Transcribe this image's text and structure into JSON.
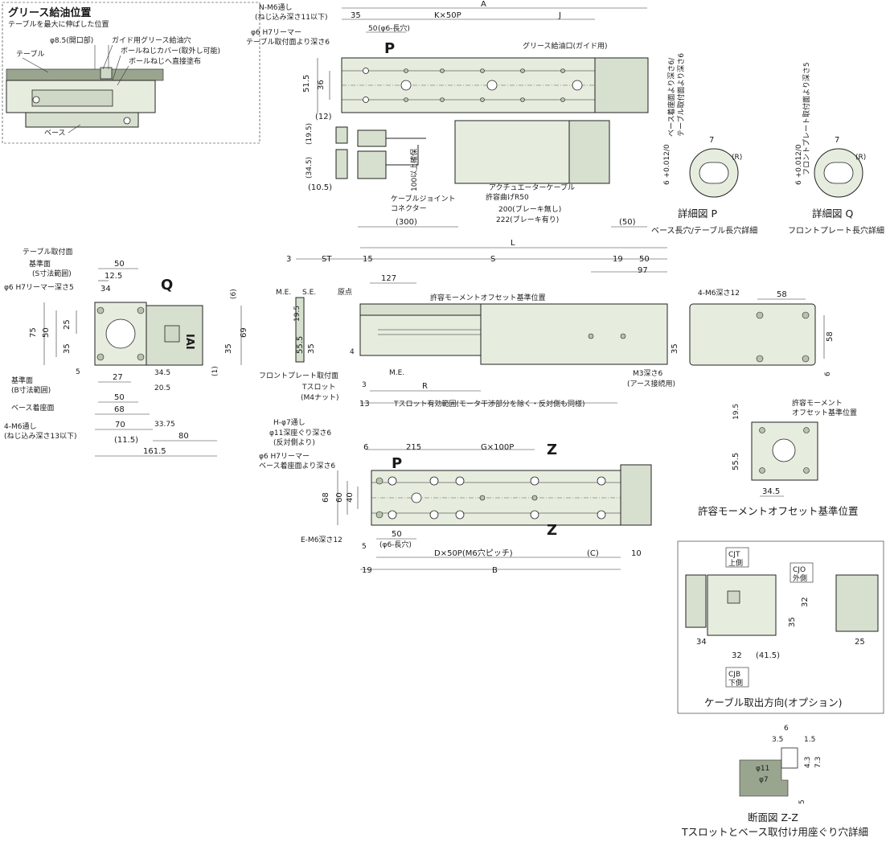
{
  "grease_panel": {
    "title": "グリース給油位置",
    "subtitle": "テーブルを最大に伸ばした位置",
    "phi85": "φ8.5(開口部)",
    "guide_hole": "ガイド用グリース給油穴",
    "ballscrew_cover": "ボールねじカバー(取外し可能)",
    "ballscrew_apply": "ボールねじへ直接塗布",
    "table": "テーブル",
    "base": "ベース"
  },
  "top_view": {
    "nm6": "N-M6通し",
    "nm6_depth": "(ねじ込み深さ11以下)",
    "reamer": "φ6 H7リーマー",
    "reamer_depth": "テーブル取付面より深さ6",
    "dim_35": "35",
    "dim_A": "A",
    "dim_Kx50P": "K×50P",
    "dim_J": "J",
    "dim_50": "50",
    "slot": "(φ6-長穴)",
    "grease_inlet": "グリース給油口(ガイド用)",
    "dim_515": "51.5",
    "dim_36": "36",
    "label_P": "P",
    "dim_12": "(12)",
    "dim_195": "(19.5)",
    "dim_345": "(34.5)",
    "dim_105": "(10.5)",
    "dim_100": "100以上確保",
    "actuator_cable": "アクチュエーターケーブル",
    "bend_radius": "許容曲げR50",
    "cable_joint": "ケーブルジョイント",
    "connector": "コネクター",
    "len_200": "200(ブレーキ無し)",
    "len_222": "222(ブレーキ有り)",
    "dim_300": "(300)",
    "dim_50r": "(50)"
  },
  "detail_p": {
    "depth_note_1": "ベース着座面より深さ6/",
    "depth_note_2": "テーブル取付面より深さ6",
    "tol": "6 +0.012/0",
    "dim_7": "7",
    "r": "(R)",
    "title": "詳細図 P",
    "caption": "ベース長穴/テーブル長穴詳細"
  },
  "detail_q": {
    "depth_note": "フロントプレート取付面より深さ5",
    "tol": "6 +0.012/0",
    "dim_7": "7",
    "r": "(R)",
    "title": "詳細図 Q",
    "caption": "フロントプレート長穴詳細"
  },
  "front_view": {
    "table_surface": "テーブル取付面",
    "datum": "基準面",
    "s_range": "(S寸法範囲)",
    "reamer5": "φ6 H7リーマー深さ5",
    "dim_50": "50",
    "dim_125": "12.5",
    "dim_34": "34",
    "label_Q": "Q",
    "dim_75": "75",
    "dim_50v": "50",
    "dim_25": "25",
    "dim_35": "35",
    "dim_6": "(6)",
    "dim_69": "69",
    "dim_35r": "35",
    "dim_1": "(1)",
    "dim_5": "5",
    "datum_b": "基準面",
    "b_range": "(B寸法範囲)",
    "base_seat": "ベース着座面",
    "m6_through": "4-M6通し",
    "m6_depth": "(ねじ込み深さ13以下)",
    "dim_27": "27",
    "dim_50b": "50",
    "dim_68": "68",
    "dim_70": "70",
    "dim_115": "(11.5)",
    "dim_80": "80",
    "dim_1615": "161.5",
    "dim_345": "34.5",
    "dim_205": "20.5",
    "dim_3375": "33.75",
    "logo": "IAI"
  },
  "side_view": {
    "dim_3": "3",
    "dim_ST": "ST",
    "dim_15": "15",
    "dim_L": "L",
    "dim_S": "S",
    "dim_19": "19",
    "dim_50": "50",
    "dim_97": "97",
    "me": "M.E.",
    "se": "S.E.",
    "origin": "原点",
    "dim_127": "127",
    "moment_ref": "許容モーメントオフセット基準位置",
    "dim_195": "19.5",
    "dim_555": "55.5",
    "dim_35": "35",
    "dim_4": "4",
    "dim_35r": "35",
    "front_plate": "フロントプレート取付面",
    "tslot": "Tスロット",
    "m4nut": "(M4ナット)",
    "me2": "M.E.",
    "dim_R": "R",
    "dim_3b": "3",
    "dim_13": "13",
    "tslot_range": "Tスロット有効範囲(モータ干渉部分を除く・反対側も同様)",
    "m3": "M3深さ6",
    "earth": "(アース接続用)"
  },
  "end_view": {
    "m6": "4-M6深さ12",
    "dim_58": "58",
    "dim_58v": "58",
    "dim_6": "6"
  },
  "bottom_view": {
    "h_phi7": "H-φ7通し",
    "counterbore": "φ11深座ぐり深さ6",
    "opposite": "(反対側より)",
    "dim_6": "6",
    "dim_215": "215",
    "dim_Gx100P": "G×100P",
    "label_Z": "Z",
    "reamer": "φ6 H7リーマー",
    "reamer_depth": "ベース着座面より深さ6",
    "label_P": "P",
    "dim_68": "68",
    "dim_60": "60",
    "dim_40": "40",
    "e_m6": "E-M6深さ12",
    "dim_5": "5",
    "dim_50": "50",
    "slot": "(φ6-長穴)",
    "dim_Dx50P": "D×50P(M6穴ピッチ)",
    "dim_C": "(C)",
    "dim_10": "10",
    "dim_19": "19",
    "dim_B": "B"
  },
  "moment_view": {
    "label1": "許容モーメント",
    "label2": "オフセット基準位置",
    "dim_195": "19.5",
    "dim_555": "55.5",
    "dim_345": "34.5",
    "title": "許容モーメントオフセット基準位置"
  },
  "cable_option": {
    "cjt": "CJT",
    "cjt_side": "上側",
    "cjo": "CJO",
    "cjo_side": "外側",
    "cjb": "CJB",
    "cjb_side": "下側",
    "dim_32v": "32",
    "dim_35": "35",
    "dim_34": "34",
    "dim_32": "32",
    "dim_415": "(41.5)",
    "dim_25": "25",
    "title": "ケーブル取出方向(オプション)"
  },
  "section_zz": {
    "dim_6": "6",
    "dim_35": "3.5",
    "dim_15": "1.5",
    "dim_43": "4.3",
    "dim_73": "7.3",
    "phi11": "φ11",
    "phi7": "φ7",
    "dim_5": "5",
    "title": "断面図 Z-Z",
    "caption": "Tスロットとベース取付け用座ぐり穴詳細"
  }
}
